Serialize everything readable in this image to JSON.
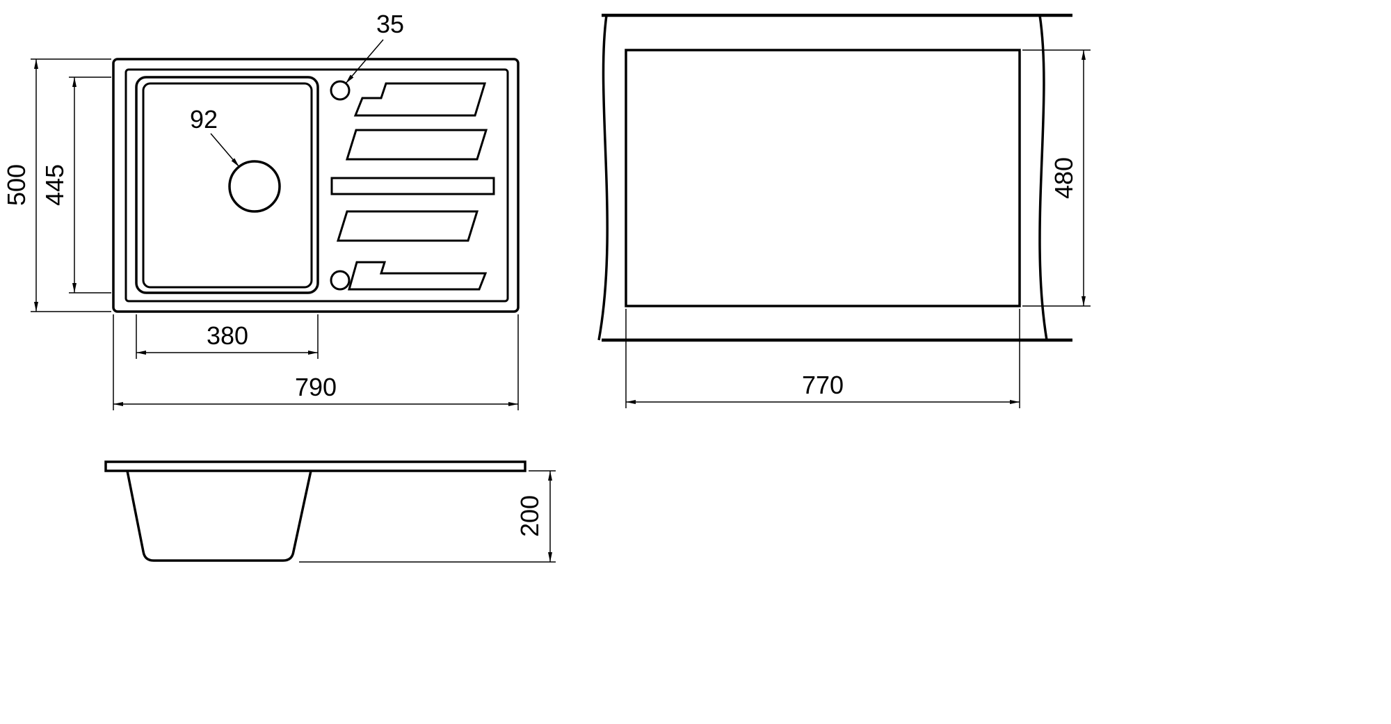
{
  "drawing": {
    "background_color": "#ffffff",
    "line_color": "#000000",
    "top_view": {
      "overall_width": "790",
      "overall_depth": "500",
      "bowl_width": "380",
      "bowl_depth": "445",
      "drain_hole_diameter": "92",
      "tap_hole_diameter": "35"
    },
    "cutout_view": {
      "width": "770",
      "depth": "480"
    },
    "side_view": {
      "height": "200"
    }
  }
}
